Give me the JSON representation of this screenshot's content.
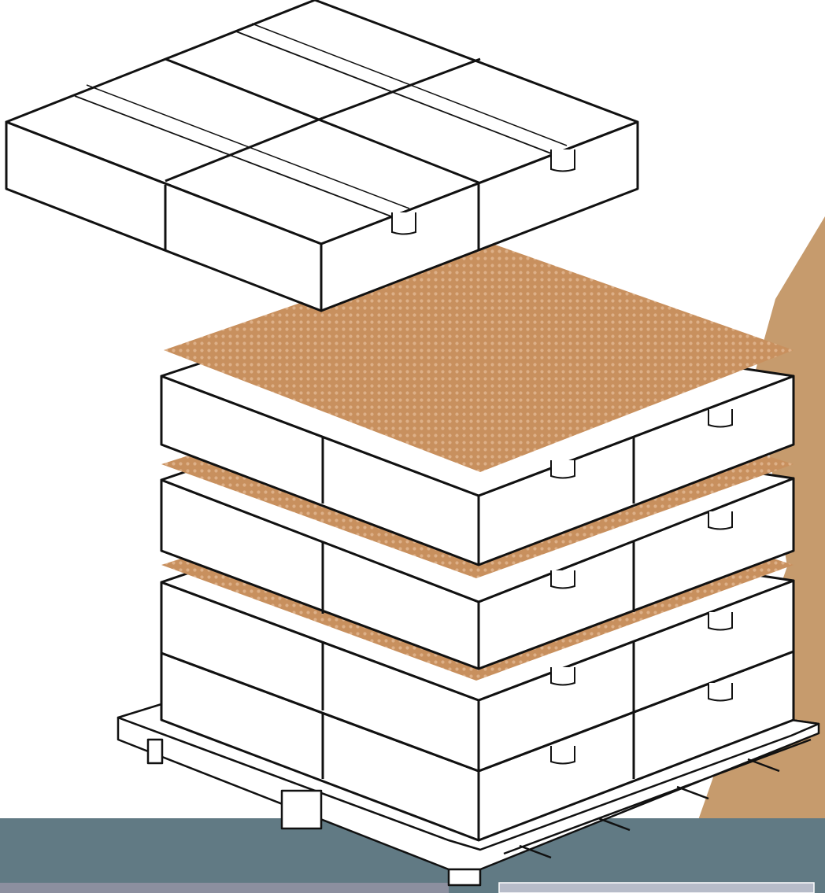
{
  "illustration": {
    "subject": "palletized-boxes-with-tier-sheets",
    "colors": {
      "background": "#ffffff",
      "tier_sheet": "#c8905e",
      "tier_sheet_dots": "#ddb088",
      "accent_wedge": "#c69b6d",
      "footer_band": "#617a84",
      "footer_strip_left": "#8c8f9f",
      "footer_strip_right": "#b7bcc9",
      "outline": "#111111"
    },
    "layers": {
      "lifted_top_layer": 1,
      "stacked_layers": 4,
      "tier_sheets": 3,
      "pallet": 1
    }
  }
}
